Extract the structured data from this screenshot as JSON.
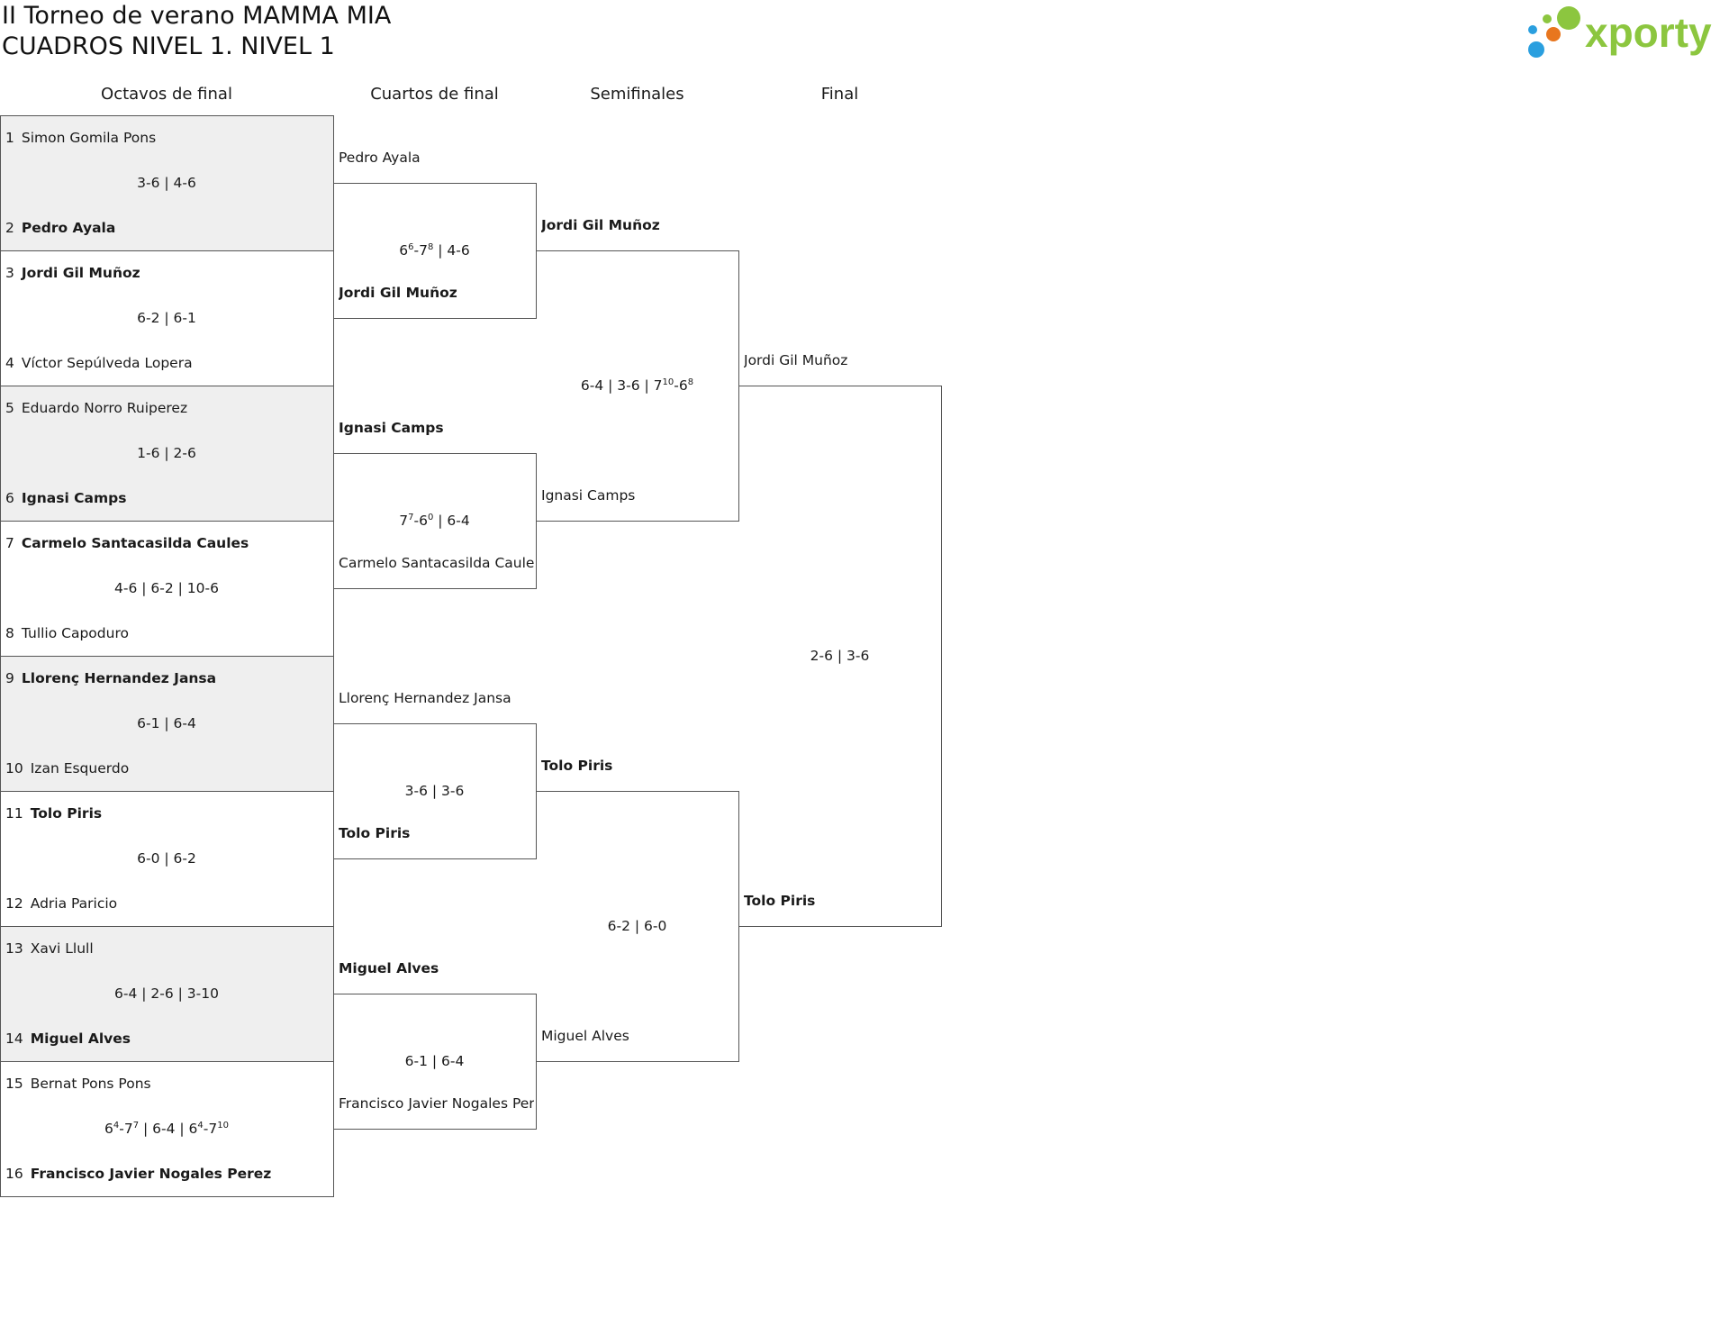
{
  "header": {
    "title": "II Torneo de verano MAMMA MIA",
    "subtitle": "CUADROS NIVEL 1. NIVEL 1",
    "logo_text": "xporty",
    "logo_colors": [
      "#2a9fdf",
      "#e8761e",
      "#8cc63f"
    ]
  },
  "rounds": [
    "Octavos de final",
    "Cuartos de final",
    "Semifinales",
    "Final"
  ],
  "r16": [
    {
      "p1": {
        "seed": "1",
        "name": "Simon Gomila Pons",
        "win": false
      },
      "p2": {
        "seed": "2",
        "name": "Pedro Ayala",
        "win": true
      },
      "score": "3-6 | 4-6"
    },
    {
      "p1": {
        "seed": "3",
        "name": "Jordi Gil Muñoz",
        "win": true
      },
      "p2": {
        "seed": "4",
        "name": "Víctor Sepúlveda Lopera",
        "win": false
      },
      "score": "6-2 | 6-1"
    },
    {
      "p1": {
        "seed": "5",
        "name": "Eduardo Norro Ruiperez",
        "win": false
      },
      "p2": {
        "seed": "6",
        "name": "Ignasi Camps",
        "win": true
      },
      "score": "1-6 | 2-6"
    },
    {
      "p1": {
        "seed": "7",
        "name": "Carmelo Santacasilda Caules",
        "win": true
      },
      "p2": {
        "seed": "8",
        "name": "Tullio Capoduro",
        "win": false
      },
      "score": "4-6 | 6-2 | 10-6"
    },
    {
      "p1": {
        "seed": "9",
        "name": "Llorenç Hernandez Jansa",
        "win": true
      },
      "p2": {
        "seed": "10",
        "name": "Izan Esquerdo",
        "win": false
      },
      "score": "6-1 | 6-4"
    },
    {
      "p1": {
        "seed": "11",
        "name": "Tolo Piris",
        "win": true
      },
      "p2": {
        "seed": "12",
        "name": "Adria Paricio",
        "win": false
      },
      "score": "6-0 | 6-2"
    },
    {
      "p1": {
        "seed": "13",
        "name": "Xavi Llull",
        "win": false
      },
      "p2": {
        "seed": "14",
        "name": "Miguel Alves",
        "win": true
      },
      "score": "6-4 | 2-6 | 3-10"
    },
    {
      "p1": {
        "seed": "15",
        "name": "Bernat Pons Pons",
        "win": false
      },
      "p2": {
        "seed": "16",
        "name": "Francisco Javier Nogales Perez",
        "win": true
      },
      "score": [
        [
          "6",
          "4"
        ],
        "-",
        [
          "7",
          "7"
        ],
        " | 6-4 | ",
        [
          "6",
          "4"
        ],
        "-",
        [
          "7",
          "10"
        ]
      ]
    }
  ],
  "qf": [
    {
      "p1": {
        "name": "Pedro Ayala",
        "win": false
      },
      "p2": {
        "name": "Jordi Gil Muñoz",
        "win": true
      },
      "score": [
        [
          "6",
          "6"
        ],
        "-",
        [
          "7",
          "8"
        ],
        " | 4-6"
      ]
    },
    {
      "p1": {
        "name": "Ignasi Camps",
        "win": true
      },
      "p2": {
        "name": "Carmelo Santacasilda Caules",
        "win": false
      },
      "score": [
        [
          "7",
          "7"
        ],
        "-",
        [
          "6",
          "0"
        ],
        " | 6-4"
      ]
    },
    {
      "p1": {
        "name": "Llorenç Hernandez Jansa",
        "win": false
      },
      "p2": {
        "name": "Tolo Piris",
        "win": true
      },
      "score": "3-6 | 3-6"
    },
    {
      "p1": {
        "name": "Miguel Alves",
        "win": true
      },
      "p2": {
        "name": "Francisco Javier Nogales Perez",
        "win": false
      },
      "score": "6-1 | 6-4"
    }
  ],
  "sf": [
    {
      "p1": {
        "name": "Jordi Gil Muñoz",
        "win": true
      },
      "p2": {
        "name": "Ignasi Camps",
        "win": false
      },
      "score": [
        "6-4 | 3-6 | ",
        [
          "7",
          "10"
        ],
        "-",
        [
          "6",
          "8"
        ]
      ]
    },
    {
      "p1": {
        "name": "Tolo Piris",
        "win": true
      },
      "p2": {
        "name": "Miguel Alves",
        "win": false
      },
      "score": "6-2 | 6-0"
    }
  ],
  "final": {
    "p1": {
      "name": "Jordi Gil Muñoz",
      "win": false
    },
    "p2": {
      "name": "Tolo Piris",
      "win": true
    },
    "score": "2-6 | 3-6"
  }
}
